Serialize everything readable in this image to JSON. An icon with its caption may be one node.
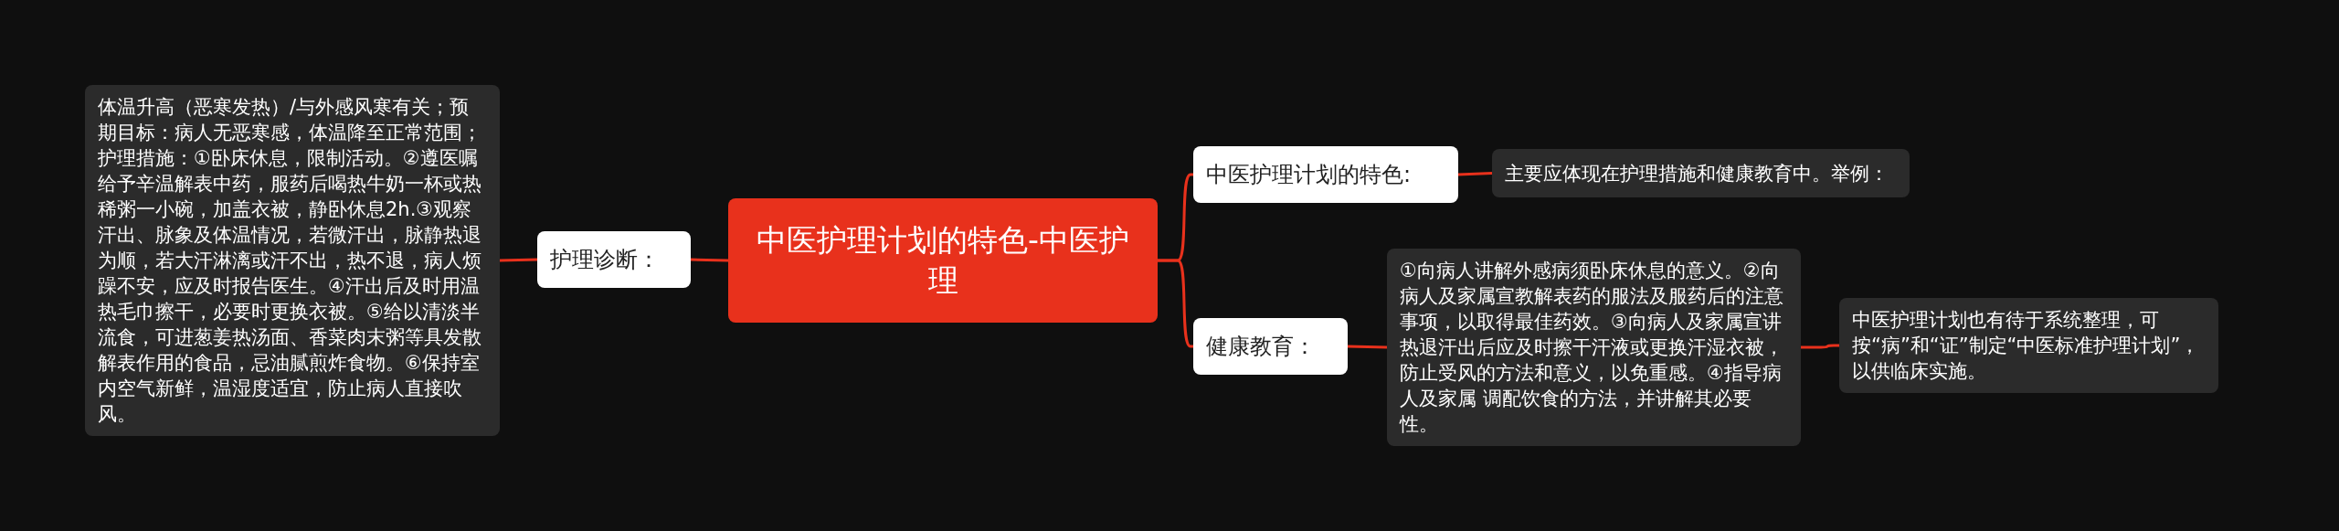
{
  "diagram": {
    "nodes": [
      {
        "text": [
          "中医护理计划的特色-中医护理"
        ]
      },
      {
        "text": [
          "护理诊断："
        ]
      },
      {
        "text": [
          "体温升高（恶寒发热）/与外感风寒有关；预期目标：病人无恶寒感，体温降至正常范围；护理措施：①卧床休息，限制活动。②遵医嘱给予辛温解表中药，服药后喝热牛奶一杯或热稀粥一小碗，加盖衣被，静卧休息2h.③观察汗出、脉象及体温情况，若微汗出，脉静热退为顺，若大汗淋漓或汗不出，热不退，病人烦躁不安，应及时报告医生。④汗出后及时用温热毛巾擦干，必要时更换衣被。⑤给以清淡半流食，可进葱姜热汤面、香菜肉末粥等具发散解表作用的食品，忌油腻煎炸食物。⑥保持室内空气新鲜，温湿度适宜，防止病人直接吹风。"
        ]
      },
      {
        "text": [
          "中医护理计划的特色:"
        ]
      },
      {
        "text": [
          "主要应体现在护理措施和健康教育中。举例："
        ]
      },
      {
        "text": [
          "健康教育："
        ]
      },
      {
        "text": [
          "①向病人讲解外感病须卧床休息的意义。②向病人及家属宣教解表药的服法及服药后的注意事项，以取得最佳药效。③向病人及家属宣讲热退汗出后应及时擦干汗液或更换汗湿衣被，防止受风的方法和意义，以免重感。④指导病人及家属 调配饮食的方法，并讲解其必要性。"
        ]
      },
      {
        "text": [
          "中医护理计划也有待于系统整理，可按“病”和“证”制定“中医标准护理计划”，以供临床实施。"
        ]
      }
    ],
    "edges": [
      {
        "from": 0,
        "to": 1,
        "arrow": "none"
      },
      {
        "from": 1,
        "to": 2,
        "arrow": "none"
      },
      {
        "from": 0,
        "to": 3,
        "arrow": "none"
      },
      {
        "from": 3,
        "to": 4,
        "arrow": "none"
      },
      {
        "from": 0,
        "to": 5,
        "arrow": "none"
      },
      {
        "from": 5,
        "to": 6,
        "arrow": "none"
      },
      {
        "from": 6,
        "to": 7,
        "arrow": "none"
      }
    ]
  }
}
